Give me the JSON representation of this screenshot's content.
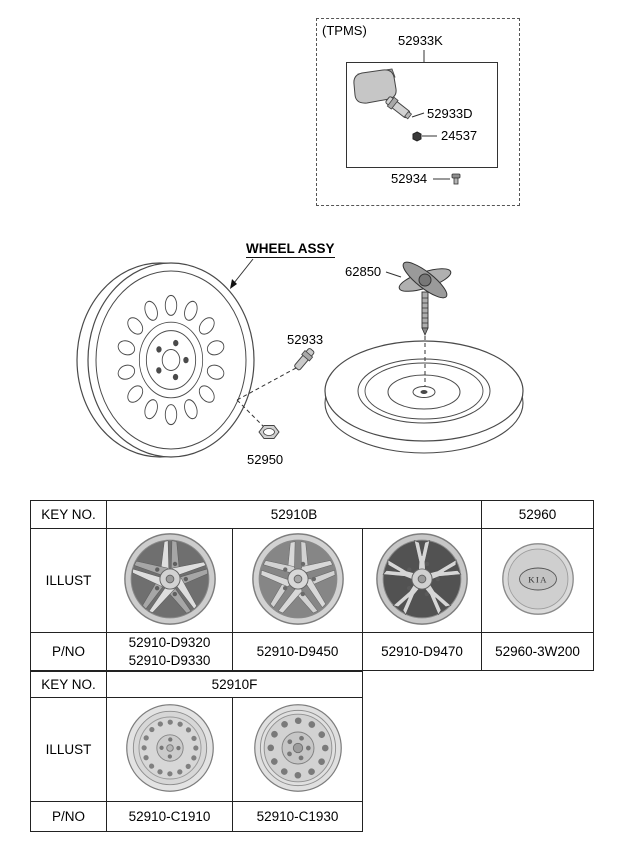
{
  "page": {
    "background": "#ffffff",
    "line_color": "#333333"
  },
  "tpms": {
    "box_label": "(TPMS)",
    "kit_part_no": "52933K",
    "stem_part_no": "52933D",
    "nut_part_no": "24537",
    "cap_part_no": "52934"
  },
  "diagram": {
    "wheel_assy_label": "WHEEL ASSY",
    "clamp_part_no": "62850",
    "valve_part_no": "52933",
    "wheel_nut_part_no": "52950"
  },
  "table1": {
    "headers": [
      "KEY NO.",
      "ILLUST",
      "P/NO"
    ],
    "keys": [
      "52910B",
      "52960"
    ],
    "pno_cells": [
      [
        "52910-D9320",
        "52910-D9330"
      ],
      [
        "52910-D9450"
      ],
      [
        "52910-D9470"
      ],
      [
        "52960-3W200"
      ]
    ],
    "cap_text": "KIA"
  },
  "table2": {
    "headers": [
      "KEY NO.",
      "ILLUST",
      "P/NO"
    ],
    "keys": [
      "52910F"
    ],
    "pno_cells": [
      [
        "52910-C1910"
      ],
      [
        "52910-C1930"
      ]
    ]
  }
}
